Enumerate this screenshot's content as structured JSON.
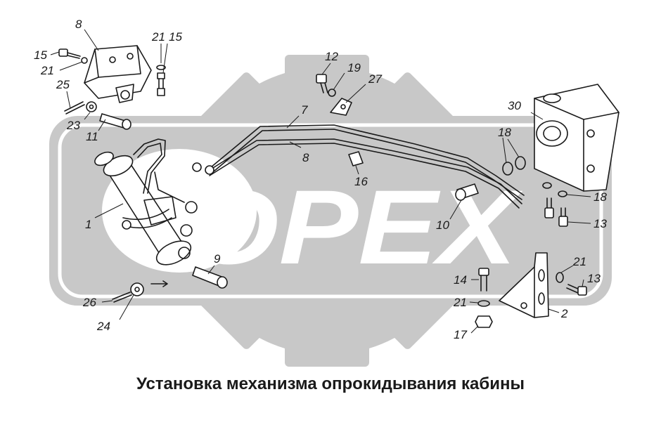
{
  "caption": "Установка механизма опрокидывания кабины",
  "watermark": {
    "text": "OPEX",
    "color": "#c8c8c8"
  },
  "callouts": [
    {
      "id": "c8a",
      "text": "8"
    },
    {
      "id": "c21a",
      "text": "21"
    },
    {
      "id": "c15a",
      "text": "15"
    },
    {
      "id": "c15b",
      "text": "15"
    },
    {
      "id": "c21b",
      "text": "21"
    },
    {
      "id": "c25",
      "text": "25"
    },
    {
      "id": "c23",
      "text": "23"
    },
    {
      "id": "c11",
      "text": "11"
    },
    {
      "id": "c12",
      "text": "12"
    },
    {
      "id": "c19",
      "text": "19"
    },
    {
      "id": "c27",
      "text": "27"
    },
    {
      "id": "c7",
      "text": "7"
    },
    {
      "id": "c8b",
      "text": "8"
    },
    {
      "id": "c16",
      "text": "16"
    },
    {
      "id": "c30",
      "text": "30"
    },
    {
      "id": "c18a",
      "text": "18"
    },
    {
      "id": "c18b",
      "text": "18"
    },
    {
      "id": "c13a",
      "text": "13"
    },
    {
      "id": "c1",
      "text": "1"
    },
    {
      "id": "c10",
      "text": "10"
    },
    {
      "id": "c9",
      "text": "9"
    },
    {
      "id": "c14",
      "text": "14"
    },
    {
      "id": "c21c",
      "text": "21"
    },
    {
      "id": "c21d",
      "text": "21"
    },
    {
      "id": "c13b",
      "text": "13"
    },
    {
      "id": "c2",
      "text": "2"
    },
    {
      "id": "c17",
      "text": "17"
    },
    {
      "id": "c26",
      "text": "26"
    },
    {
      "id": "c24",
      "text": "24"
    }
  ]
}
